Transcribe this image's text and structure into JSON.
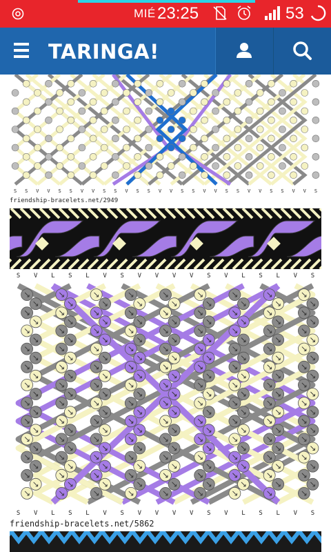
{
  "status_bar": {
    "day": "MIÉ",
    "time": "23:25",
    "battery_level": "53",
    "icons": [
      "settings-circle-icon",
      "no-sim-icon",
      "alarm-icon",
      "signal-icon",
      "battery-ring-icon"
    ]
  },
  "app_bar": {
    "logo": "TARINGA!",
    "icons": [
      "hamburger-menu-icon",
      "user-icon",
      "search-icon"
    ]
  },
  "pattern_one": {
    "caption": "friendship-bracelets.net/2949",
    "bottom_labels": [
      "S",
      "S",
      "V",
      "V",
      "S",
      "S",
      "V",
      "V",
      "S",
      "S",
      "V",
      "S",
      "S",
      "V",
      "V",
      "S",
      "S",
      "V",
      "V",
      "S",
      "S",
      "V",
      "V",
      "S",
      "S",
      "V",
      "V",
      "S"
    ]
  },
  "pattern_two": {
    "top_labels": [
      "S",
      "V",
      "L",
      "S",
      "L",
      "V",
      "S",
      "V",
      "V",
      "V",
      "V",
      "S",
      "V",
      "L",
      "S",
      "L",
      "V",
      "S"
    ],
    "bottom_labels": [
      "S",
      "V",
      "L",
      "S",
      "L",
      "V",
      "S",
      "V",
      "V",
      "V",
      "V",
      "S",
      "V",
      "L",
      "S",
      "L",
      "V",
      "S"
    ],
    "caption": "friendship-bracelets.net/5862"
  },
  "colors": {
    "status_bar": "#e8252b",
    "app_bar": "#1f66ad",
    "gray": "#8a8a8a",
    "yellow": "#f5f2c2",
    "purple": "#a57ce6",
    "blue": "#1f6fd0",
    "black": "#111111"
  }
}
